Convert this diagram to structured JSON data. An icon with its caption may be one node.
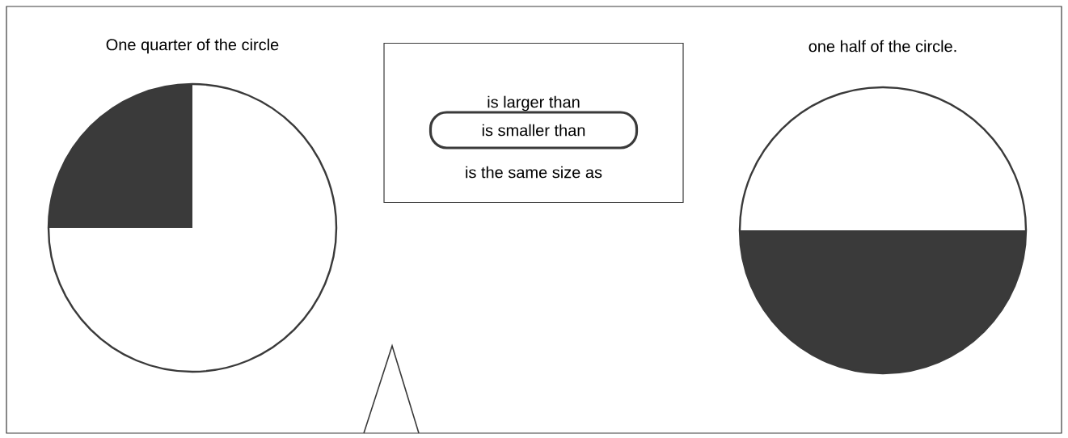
{
  "diagram": {
    "nodes": [
      {
        "text": [
          "One quarter of the circle"
        ]
      },
      {
        "text": [
          "is larger than",
          "is the same size as"
        ]
      },
      {
        "text": [
          "is smaller than"
        ],
        "in": 1
      },
      {
        "text": [
          "one half of the circle."
        ]
      }
    ]
  }
}
